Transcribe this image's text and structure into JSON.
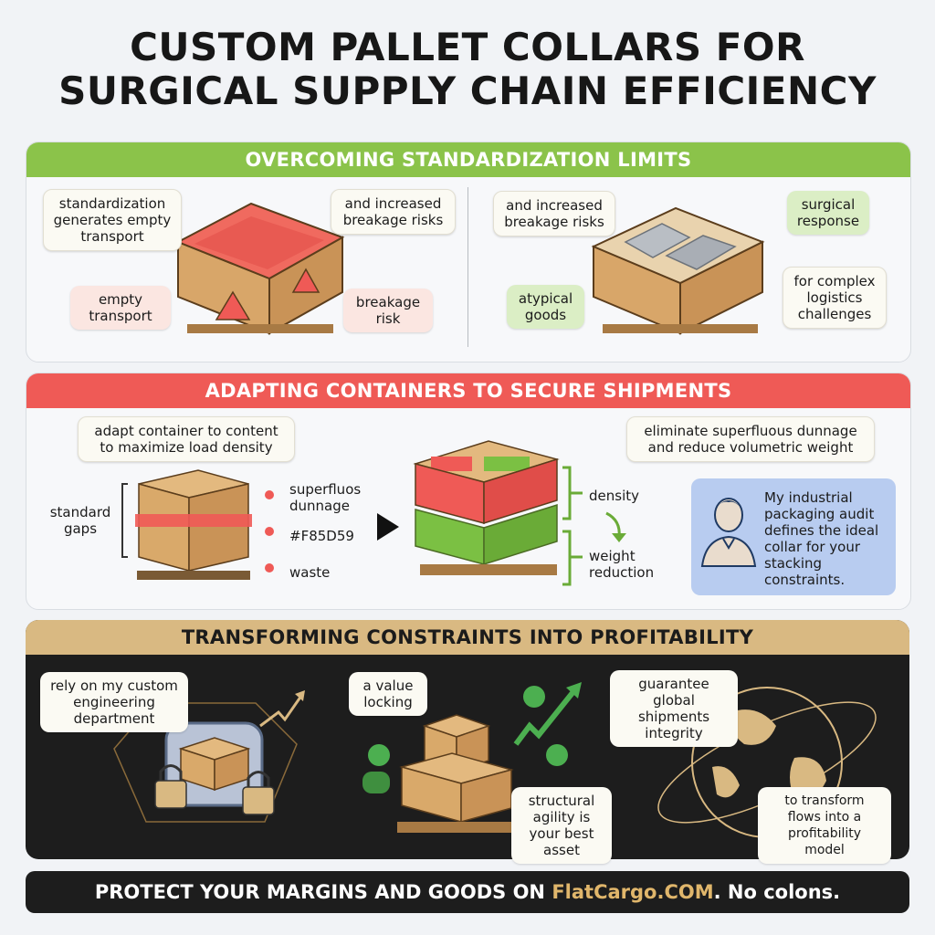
{
  "title": {
    "line1": "CUSTOM PALLET COLLARS FOR",
    "line2": "SURGICAL SUPPLY CHAIN EFFICIENCY"
  },
  "section1": {
    "header": "OVERCOMING STANDARDIZATION LIMITS",
    "left": {
      "bubble_a": "standardization generates empty transport",
      "bubble_b": "and increased breakage risks",
      "bubble_c": "empty transport",
      "bubble_d": "breakage risk"
    },
    "right": {
      "bubble_a": "and increased breakage risks",
      "bubble_b": "surgical response",
      "bubble_c": "atypical goods",
      "bubble_d": "for complex logistics challenges"
    }
  },
  "section2": {
    "header": "ADAPTING CONTAINERS TO SECURE SHIPMENTS",
    "bubble_left": "adapt container to content to maximize load density",
    "bubble_right": "eliminate superfluous dunnage and reduce volumetric weight",
    "standard_gaps": "standard gaps",
    "list": [
      "superfluos dunnage",
      "#F85D59",
      "waste"
    ],
    "density": "density",
    "weight_reduction": "weight reduction",
    "audit_text": "My industrial packaging audit defines the ideal collar for your stacking constraints."
  },
  "section3": {
    "header": "TRANSFORMING CONSTRAINTS INTO PROFITABILITY",
    "bubble_a": "rely on my custom engineering department",
    "bubble_b": "a value locking",
    "bubble_c": "structural agility is your best asset",
    "bubble_d": "guarantee global shipments integrity",
    "bubble_e": "to transform flows into a profitability model"
  },
  "footer": {
    "lead": "PROTECT YOUR MARGINS AND GOODS ON ",
    "brand": "FlatCargo.COM",
    "tail": ". No colons."
  },
  "colors": {
    "green": "#8bc34a",
    "red": "#ef5a56",
    "tan": "#d9b982",
    "dark": "#1d1d1d",
    "wood": "#d9a96a",
    "audit_blue": "#b8ccf0"
  }
}
